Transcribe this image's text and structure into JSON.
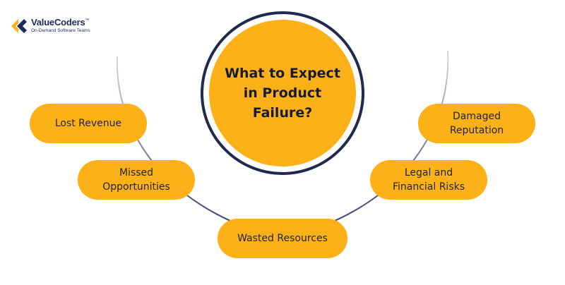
{
  "logo": {
    "name": "ValueCoders",
    "trademark": "™",
    "tagline": "On-Demand Software Teams",
    "icon": "valuecoders-logo-icon"
  },
  "center": {
    "title": "What to Expect\nin Product\nFailure?"
  },
  "items": [
    {
      "label": "Lost Revenue"
    },
    {
      "label": "Missed\nOpportunities"
    },
    {
      "label": "Wasted Resources"
    },
    {
      "label": "Legal and\nFinancial Risks"
    },
    {
      "label": "Damaged\nReputation"
    }
  ],
  "colors": {
    "accent": "#fbb117",
    "ring": "#1f2a4d",
    "arc_dark": "#2b3560",
    "arc_light": "#d7d9e0"
  }
}
